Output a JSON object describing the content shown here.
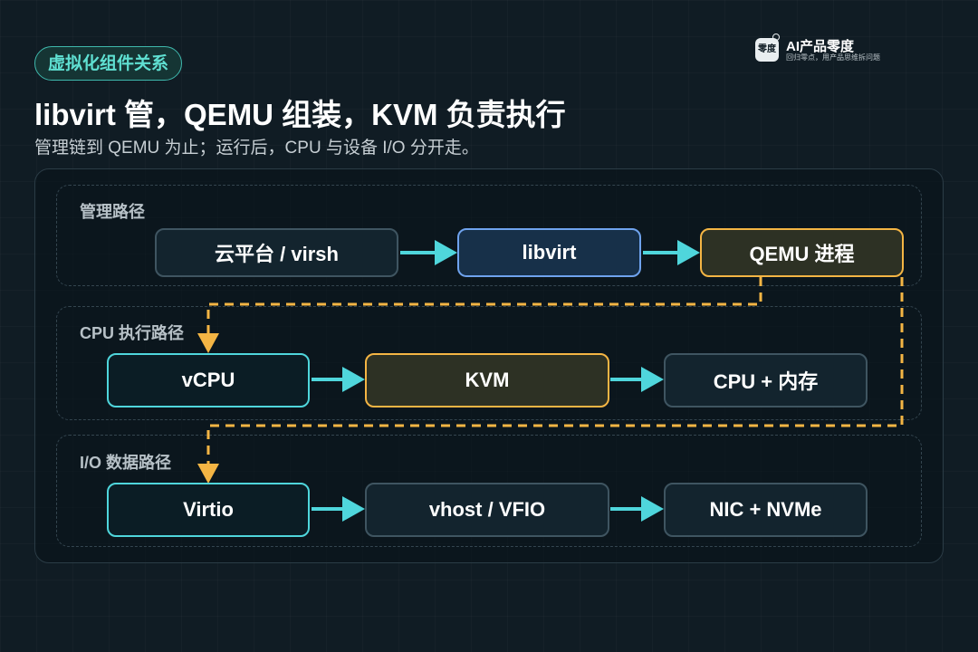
{
  "header": {
    "tag": "虚拟化组件关系",
    "title": "libvirt 管，QEMU 组装，KVM 负责执行",
    "subtitle": "管理链到 QEMU 为止；运行后，CPU 与设备 I/O 分开走。"
  },
  "brand": {
    "logo_text": "零度",
    "name": "AI产品零度",
    "slogan": "回归零点，用产品思维拆问题"
  },
  "lanes": {
    "management": {
      "label": "管理路径",
      "nodes": [
        "云平台 / virsh",
        "libvirt",
        "QEMU 进程"
      ]
    },
    "cpu": {
      "label": "CPU 执行路径",
      "nodes": [
        "vCPU",
        "KVM",
        "CPU + 内存"
      ]
    },
    "io": {
      "label": "I/O 数据路径",
      "nodes": [
        "Virtio",
        "vhost / VFIO",
        "NIC + NVMe"
      ]
    }
  },
  "colors": {
    "background": "#101c24",
    "teal_accent": "#4fd6dc",
    "gold_accent": "#f4b544",
    "blue_accent": "#6fa3ee",
    "neutral_border": "#3f5561"
  }
}
